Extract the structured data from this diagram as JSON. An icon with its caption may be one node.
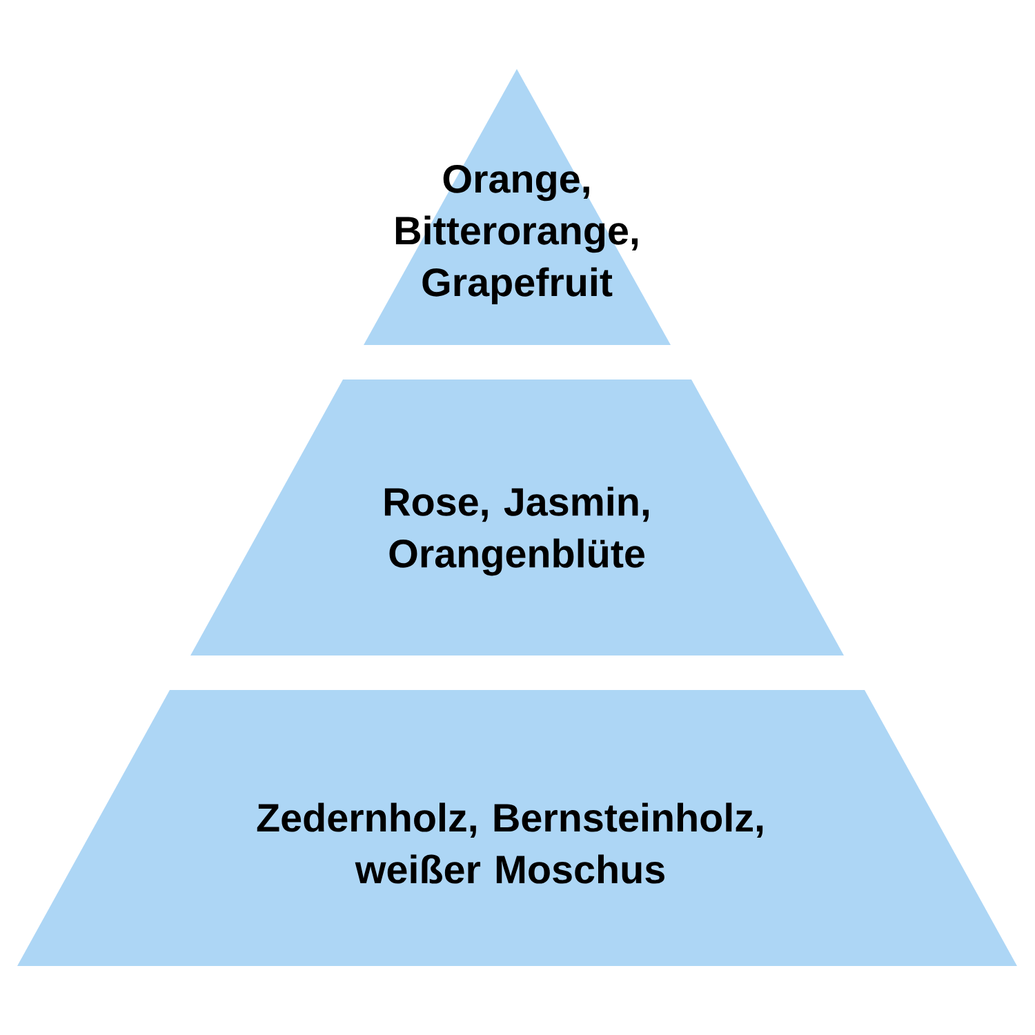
{
  "diagram": {
    "nodes": [
      {
        "text": [
          "Orange, Bitterorange, Grapefruit"
        ]
      },
      {
        "text": [
          "Rose, Jasmin, Orangenblüte"
        ]
      },
      {
        "text": [
          "Zedernholz, Bernsteinholz, weißer Moschus"
        ]
      }
    ]
  }
}
